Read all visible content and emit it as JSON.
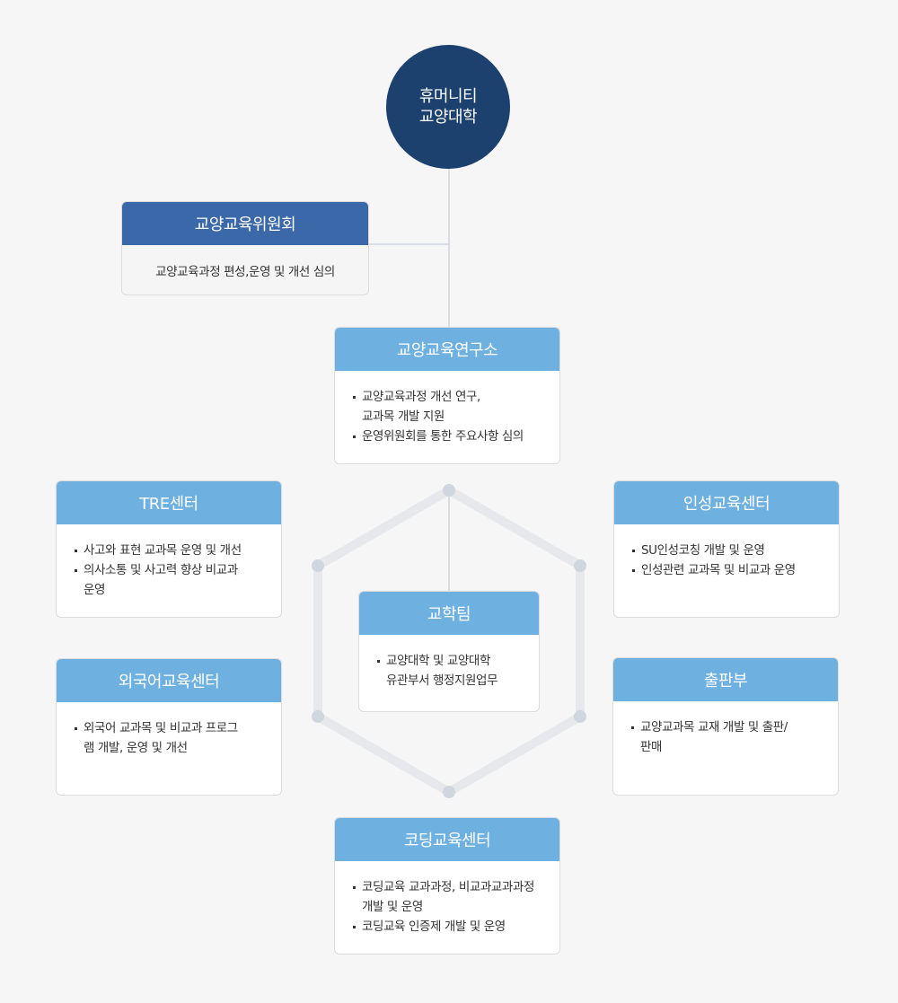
{
  "root": {
    "line1": "휴머니티",
    "line2": "교양대학"
  },
  "committee": {
    "title": "교양교육위원회",
    "desc": "교양교육과정 편성,운영 및 개선 심의"
  },
  "institute": {
    "title": "교양교육연구소",
    "items": [
      [
        "교양교육과정 개선 연구,",
        "교과목 개발 지원"
      ],
      [
        "운영위원회를 통한 주요사항 심의"
      ]
    ]
  },
  "tre": {
    "title": "TRE센터",
    "items": [
      [
        "사고와 표현 교과목 운영 및 개선"
      ],
      [
        "의사소통 및 사고력 향상 비교과",
        "운영"
      ]
    ]
  },
  "character": {
    "title": "인성교육센터",
    "items": [
      [
        "SU인성코칭 개발 및 운영"
      ],
      [
        "인성관련 교과목 및 비교과 운영"
      ]
    ]
  },
  "foreign": {
    "title": "외국어교육센터",
    "items": [
      [
        "외국어 교과목 및 비교과 프로그",
        "램 개발, 운영 및 개선"
      ]
    ]
  },
  "publishing": {
    "title": "출판부",
    "items": [
      [
        "교양교과목 교재 개발 및 출판/",
        "판매"
      ]
    ]
  },
  "team": {
    "title": "교학팀",
    "items": [
      [
        "교양대학 및 교양대학",
        "유관부서 행정지원업무"
      ]
    ]
  },
  "coding": {
    "title": "코딩교육센터",
    "items": [
      [
        "코딩교육 교과과정, 비교과교과과정",
        "개발 및 운영"
      ],
      [
        "코딩교육 인증제 개발 및 운영"
      ]
    ]
  },
  "colors": {
    "root": "#1c416f",
    "dark_header": "#3a68a8",
    "light_header": "#6eb1e1",
    "line": "#cfd6de",
    "hexagon": "#e6e8eb"
  }
}
